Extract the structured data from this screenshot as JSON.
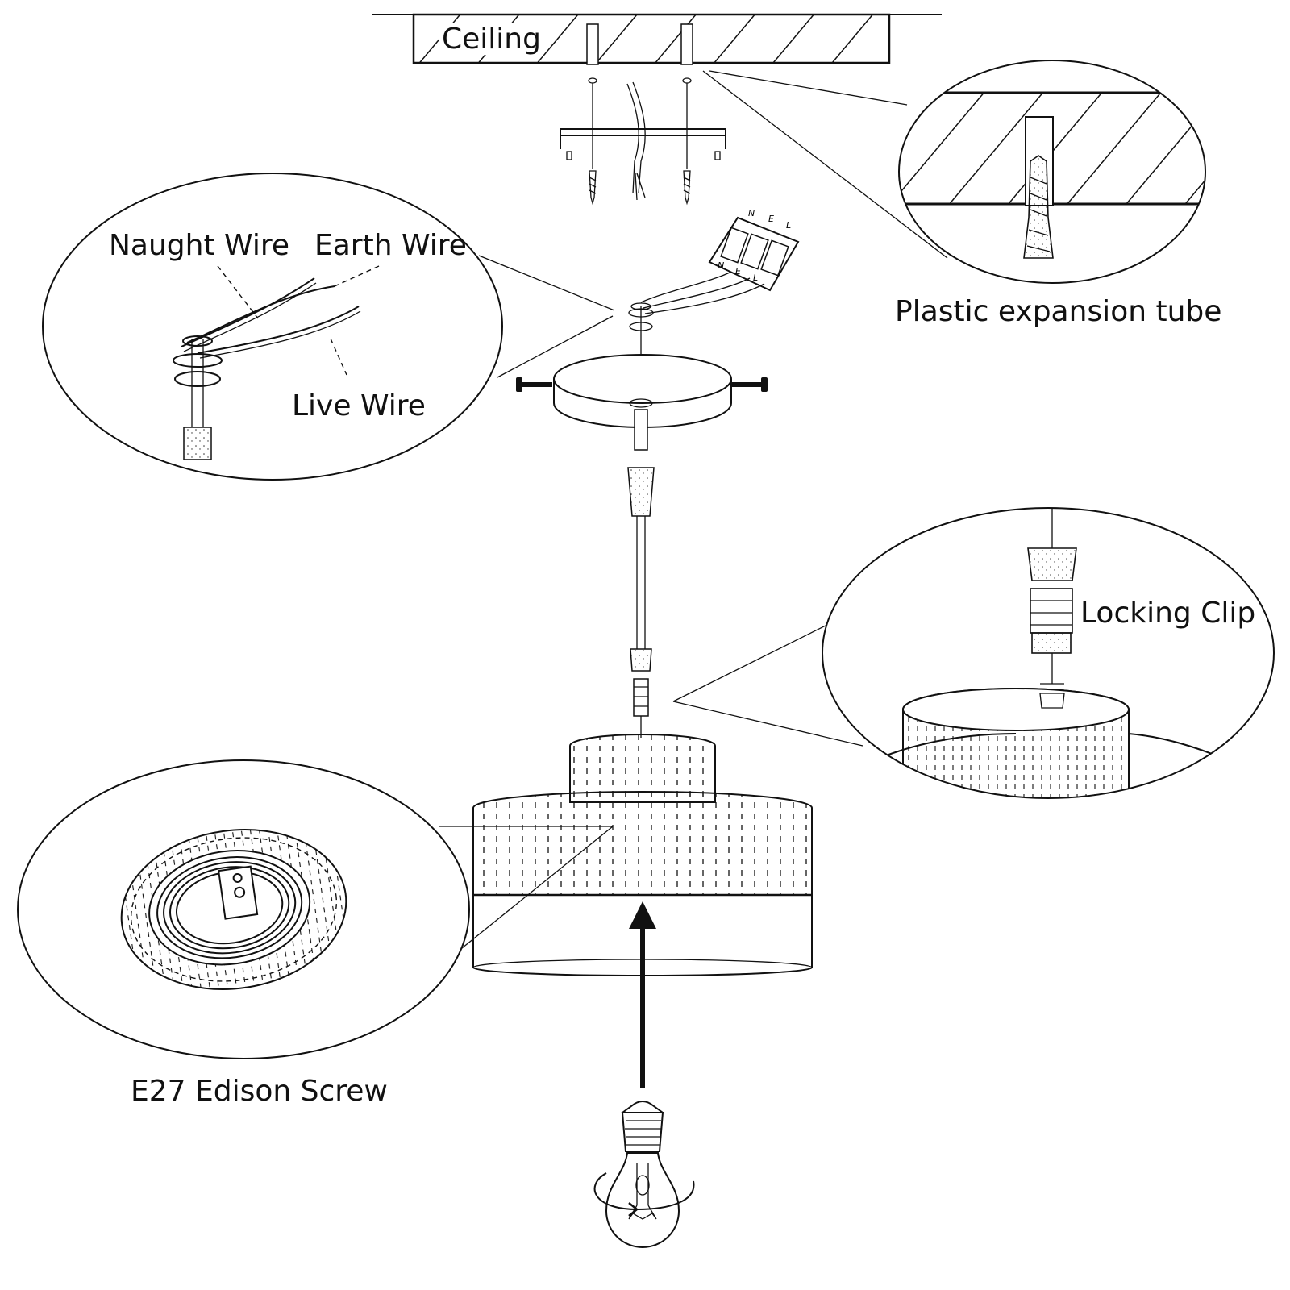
{
  "labels": {
    "ceiling": "Ceiling",
    "plastic_expansion_tube": "Plastic expansion tube",
    "naught_wire": "Naught Wire",
    "earth_wire": "Earth Wire",
    "live_wire": "Live Wire",
    "locking_clip": "Locking Clip",
    "e27_edison_screw": "E27 Edison Screw"
  },
  "terminal_letters": [
    "N",
    "E",
    "L"
  ],
  "colors": {
    "line": "#111111",
    "background": "#ffffff"
  }
}
